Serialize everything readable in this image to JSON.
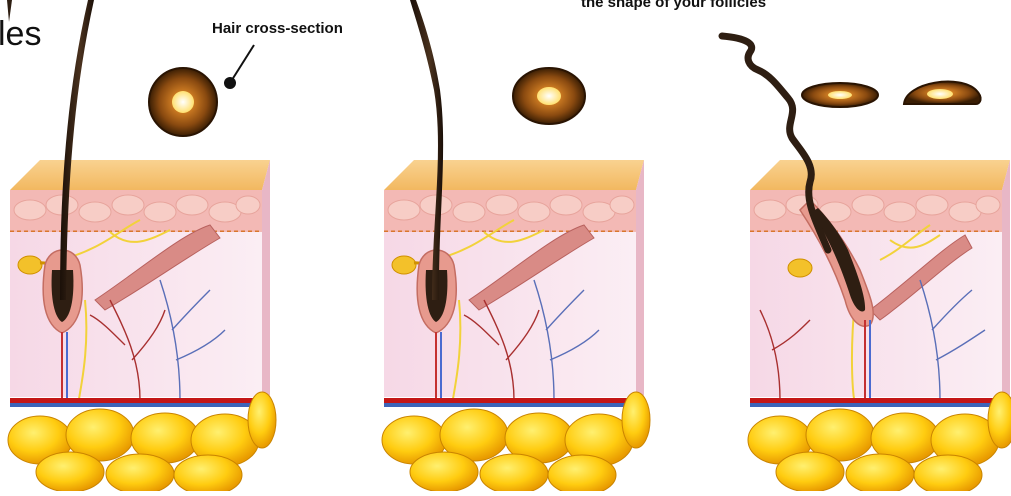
{
  "header": {
    "title_fragment": "les",
    "top_caption": "the shape of your follicles"
  },
  "callout": {
    "label": "Hair cross-section"
  },
  "panels": [
    {
      "hair_type": "straight",
      "cross_section": "round"
    },
    {
      "hair_type": "wavy",
      "cross_section": "oval"
    },
    {
      "hair_type": "curly",
      "cross_section": "flat-oval"
    }
  ],
  "colors": {
    "hair": "#2e1e12",
    "cross_section_outer": "#5a3208",
    "cross_section_core": "#fff4b0",
    "skin_top": "#f5c77c",
    "dermis": "#f7e3ee",
    "fat": "#ffce0f",
    "artery": "#c41616",
    "vein": "#3d64b8"
  }
}
